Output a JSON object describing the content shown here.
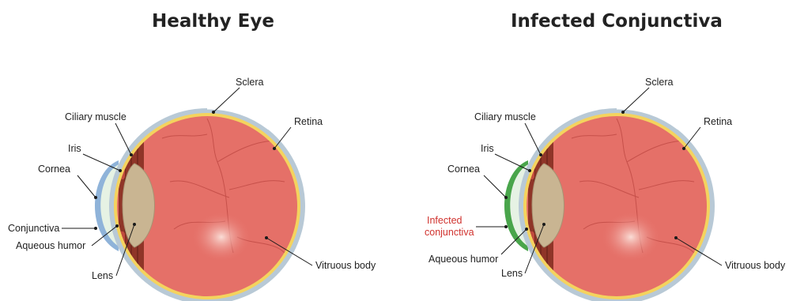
{
  "diagrams": [
    {
      "title": "Healthy Eye",
      "labels": {
        "sclera": "Sclera",
        "retina": "Retina",
        "ciliary_muscle": "Ciliary muscle",
        "iris": "Iris",
        "cornea": "Cornea",
        "conjunctiva": "Conjunctiva",
        "aqueous_humor": "Aqueous humor",
        "lens": "Lens",
        "vitreous_body": "Vitruous body"
      }
    },
    {
      "title": "Infected Conjunctiva",
      "labels": {
        "sclera": "Sclera",
        "retina": "Retina",
        "ciliary_muscle": "Ciliary muscle",
        "iris": "Iris",
        "cornea": "Cornea",
        "infected_conjunctiva_line1": "Infected",
        "infected_conjunctiva_line2": "conjunctiva",
        "aqueous_humor": "Aqueous humor",
        "lens": "Lens",
        "vitreous_body": "Vitruous body"
      }
    }
  ],
  "colors": {
    "sclera": "#b8c9d6",
    "retina": "#f4d35e",
    "eyeball": "#e57068",
    "ciliary": "#8f3528",
    "lens": "#c9b592",
    "aqueous": "#e6f2e4",
    "cornea_healthy": "#8fb3d9",
    "conjunctiva_infected": "#49a54b",
    "label_infected": "#d0312d"
  }
}
